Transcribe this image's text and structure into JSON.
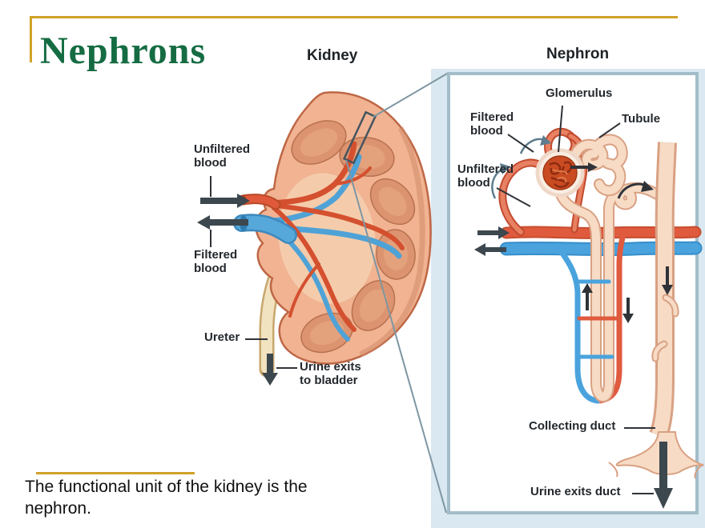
{
  "slide": {
    "title": "Nephrons",
    "footer": "The functional unit of the kidney is the nephron.",
    "accent_color": "#D2A127",
    "title_color": "#156C43"
  },
  "kidney": {
    "title": "Kidney",
    "labels": {
      "unfiltered": "Unfiltered blood",
      "filtered": "Filtered blood",
      "ureter": "Ureter",
      "urine_exits": "Urine exits to bladder"
    }
  },
  "nephron": {
    "title": "Nephron",
    "labels": {
      "glomerulus": "Glomerulus",
      "filtered": "Filtered blood",
      "tubule": "Tubule",
      "unfiltered": "Unfiltered blood",
      "collecting_duct": "Collecting duct",
      "urine_exits": "Urine exits duct"
    }
  },
  "colors": {
    "artery_red": "#E05A3E",
    "vein_blue": "#4AA3DD",
    "tubule_peach": "#F7DBC5",
    "glomerulus": "#C94B22",
    "kidney_body": "#F1B392",
    "flow_arrow": "#3D474E",
    "inset_border": "#A2BDC9",
    "inset_panel": "#D9E8F1"
  }
}
